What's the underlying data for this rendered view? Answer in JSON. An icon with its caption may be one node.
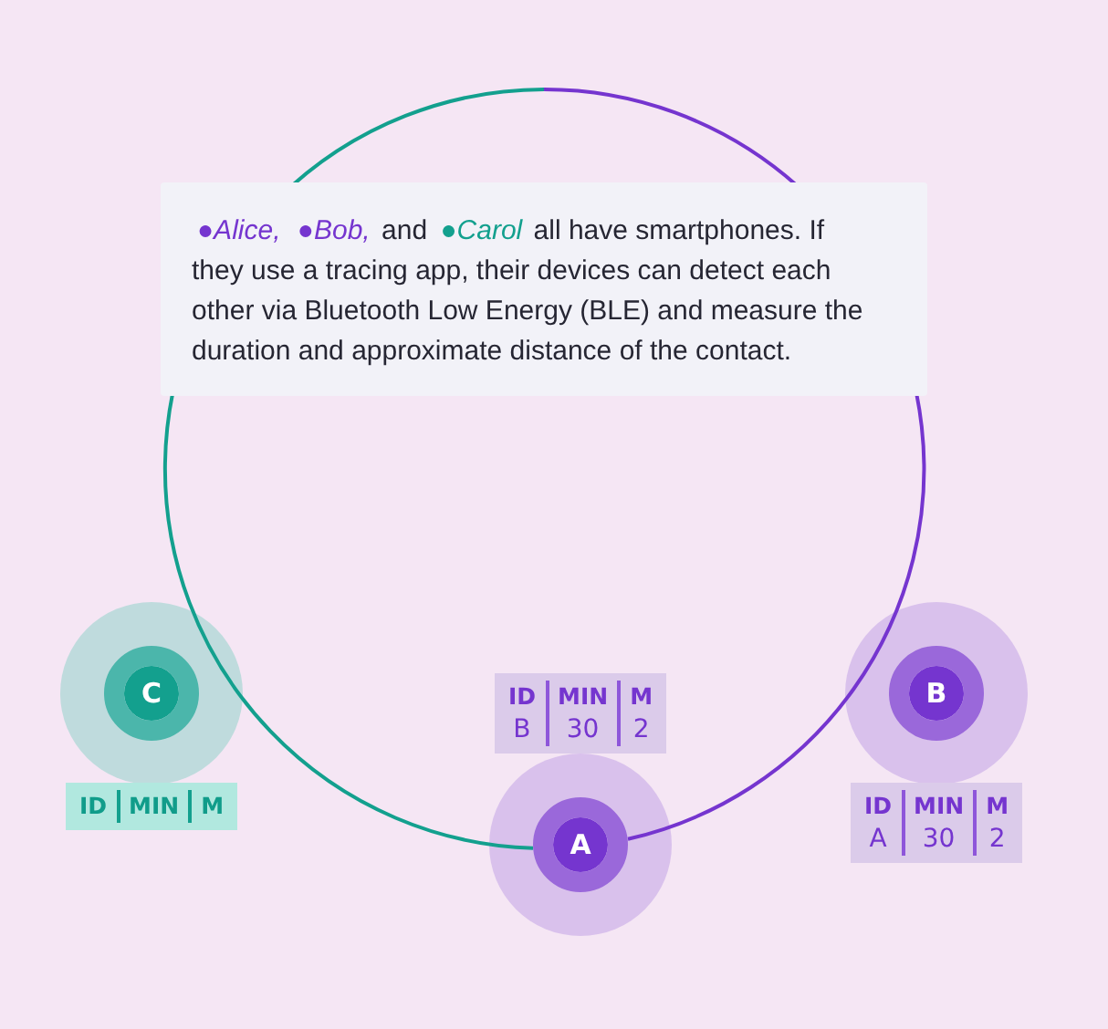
{
  "diagram": {
    "nodes": [
      {
        "text": [
          "*●Alice,* *●Bob,* and *●Carol* all have smartphones. If they use a tracing app, their devices can detect each other via Bluetooth Low Energy (BLE) and measure the duration and approximate distance of the contact."
        ]
      },
      {
        "text": [
          "C"
        ],
        "beside": [
          "ID",
          "MIN",
          "M"
        ]
      },
      {
        "text": [
          "B"
        ],
        "beside": [
          "ID",
          "MIN",
          "M",
          "A",
          "30",
          "2"
        ]
      },
      {
        "text": [
          "A"
        ],
        "beside": [
          "ID",
          "MIN",
          "M",
          "B",
          "30",
          "2"
        ]
      }
    ]
  }
}
